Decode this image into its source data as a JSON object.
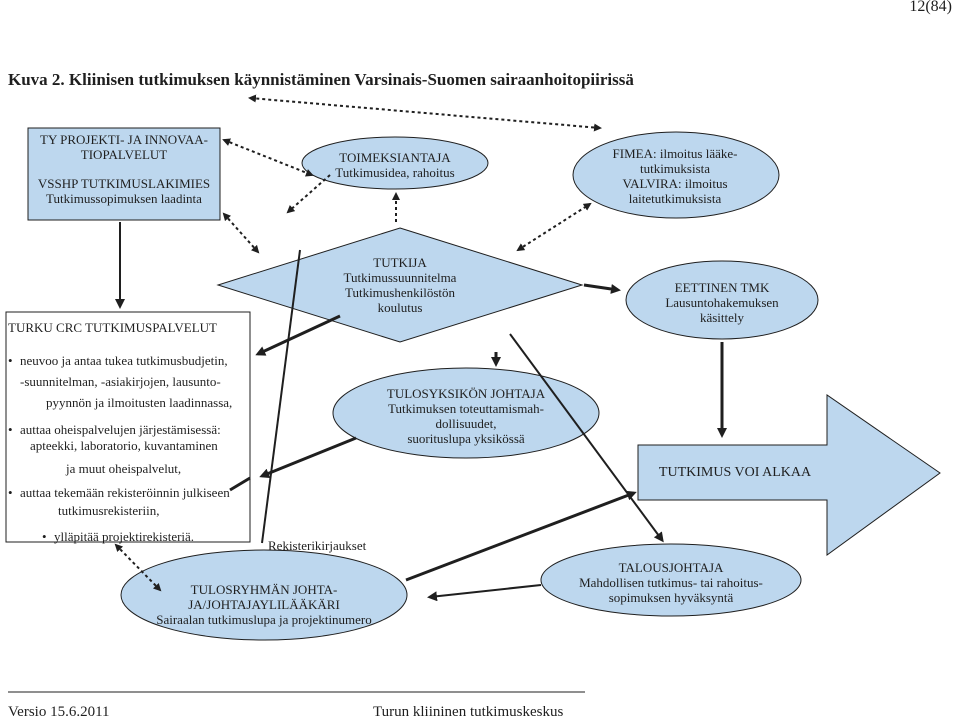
{
  "page_number": "12(84)",
  "title": "Kuva 2. Kliinisen tutkimuksen käynnistäminen Varsinais-Suomen sairaanhoitopiirissä",
  "colors": {
    "fill": "#bdd7ee",
    "stroke": "#1f1f1f",
    "arrow": "#1f1f1f"
  },
  "nodes": {
    "ty_projekti": {
      "line1": "TY PROJEKTI- JA INNOVAA-",
      "line2": "TIOPALVELUT",
      "line3": "VSSHP TUTKIMUSLAKIMIES",
      "line4": "Tutkimussopimuksen laadinta"
    },
    "toimeksiantaja": {
      "line1": "TOIMEKSIANTAJA",
      "line2": "Tutkimusidea, rahoitus"
    },
    "fimea": {
      "line1": "FIMEA: ilmoitus lääke-",
      "line2": "tutkimuksista",
      "line3": "VALVIRA: ilmoitus",
      "line4": "laitetutkimuksista"
    },
    "tutkija": {
      "line1": "TUTKIJA",
      "line2": "Tutkimussuunnitelma",
      "line3": "Tutkimushenkilöstön",
      "line4": "koulutus"
    },
    "eettinen": {
      "line1": "EETTINEN TMK",
      "line2": "Lausuntohakemuksen",
      "line3": "käsittely"
    },
    "tulosyksikko": {
      "line1": "TULOSYKSIKÖN JOHTAJA",
      "line2": "Tutkimuksen toteuttamismah-",
      "line3": "dollisuudet,",
      "line4": "suorituslupa yksikössä"
    },
    "tutkimus_voi_alkaa": {
      "label": "TUTKIMUS VOI ALKAA"
    },
    "tulosryhma": {
      "line1": "TULOSRYHMÄN JOHTA-",
      "line2": "JA/JOHTAJAYLILÄÄKÄRI",
      "line3": "Sairaalan tutkimuslupa ja projektinumero"
    },
    "talousjohtaja": {
      "line1": "TALOUSJOHTAJA",
      "line2": "Mahdollisen tutkimus- tai rahoitus-",
      "line3": "sopimuksen hyväksyntä"
    },
    "rekisterikirjaukset": {
      "label": "Rekisterikirjaukset"
    }
  },
  "turku_crc": {
    "title": "TURKU CRC TUTKIMUSPALVELUT",
    "lines": [
      {
        "bullet": true,
        "text": "neuvoo ja antaa tukea tutkimusbudjetin,"
      },
      {
        "bullet": false,
        "text": "-suunnitelman, -asiakirjojen,  lausunto-"
      },
      {
        "bullet": false,
        "text": "pyynnön ja ilmoitusten laadinnassa,"
      },
      {
        "bullet": true,
        "text": "auttaa oheispalvelujen järjestämisessä:"
      },
      {
        "bullet": false,
        "text": "apteekki, laboratorio, kuvantaminen"
      },
      {
        "bullet": false,
        "text": "ja muut oheispalvelut,"
      },
      {
        "bullet": true,
        "text": "auttaa tekemään rekisteröinnin julkiseen"
      },
      {
        "bullet": false,
        "text": "tutkimusrekisteriin,"
      },
      {
        "bullet": true,
        "text": "ylläpitää projektirekisteriä."
      }
    ]
  },
  "footer": {
    "left": "Versio 15.6.2011",
    "right": "Turun kliininen tutkimuskeskus"
  }
}
